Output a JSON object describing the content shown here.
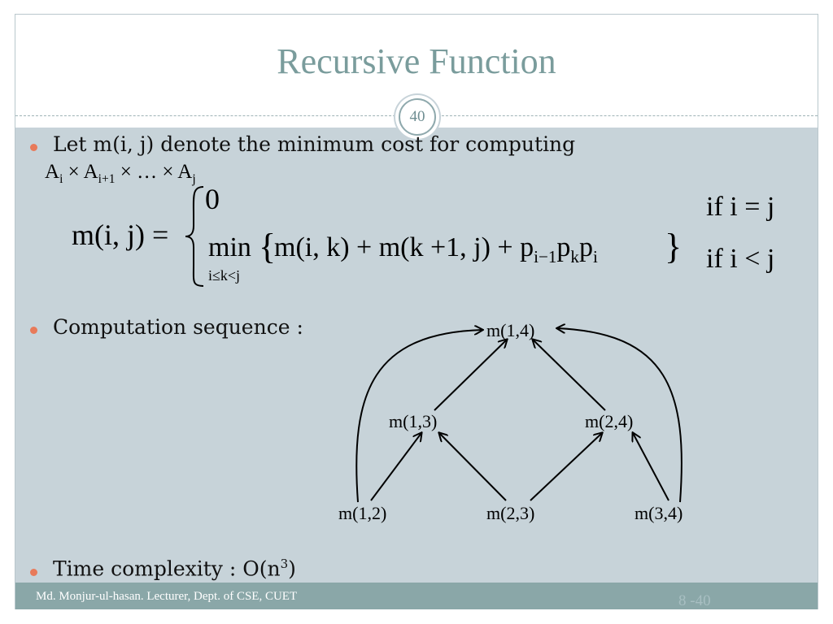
{
  "slide": {
    "title": "Recursive Function",
    "slide_number": "40"
  },
  "bullets": {
    "b1_text": "Let m(i, j) denote the minimum cost for computing",
    "b1_line2": {
      "a": "A",
      "sub_i": "i",
      "times1": " × A",
      "sub_i1": "i+1",
      "rest": " × … × A",
      "sub_j": "j"
    },
    "b2_text": "Computation sequence :",
    "b3_prefix": "Time complexity : O(n",
    "b3_exp": "3",
    "b3_suffix": ")"
  },
  "formula": {
    "lhs": "m(i, j) =",
    "case1_value": "0",
    "case1_cond": "if  i = j",
    "case2_min": "min",
    "case2_under": "i≤k<j",
    "case2_body": "m(i, k) + m(k +1, j) + p",
    "sub_i1": "i−1",
    "p_k": "p",
    "sub_k": "k",
    "p_i": "p",
    "sub_i": "i",
    "case2_cond": "if  i < j"
  },
  "graph": {
    "n14": "m(1,4)",
    "n13": "m(1,3)",
    "n24": "m(2,4)",
    "n12": "m(1,2)",
    "n23": "m(2,3)",
    "n34": "m(3,4)"
  },
  "footer": {
    "author": "Md. Monjur-ul-hasan. Lecturer, Dept. of CSE, CUET",
    "page": "8 -40"
  }
}
